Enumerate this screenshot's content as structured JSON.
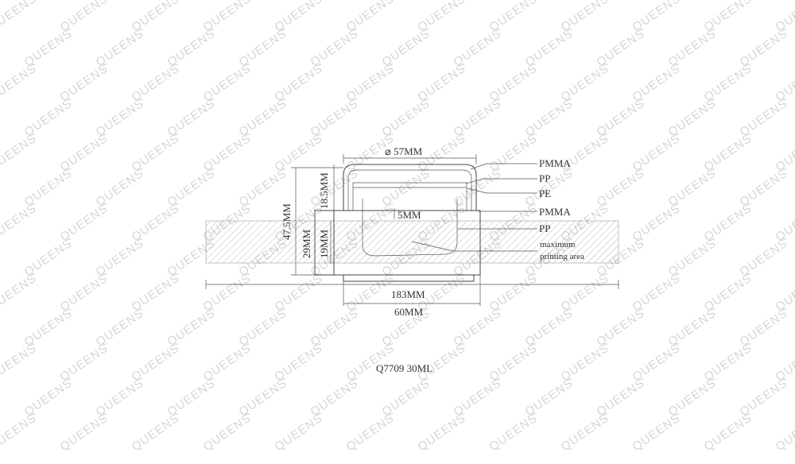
{
  "watermark": {
    "text": "QUEENS"
  },
  "drawing": {
    "title": "Q7709  30ML",
    "dimensions": {
      "diameter": "⌀ 57MM",
      "cap_height": "18.5MM",
      "total_height": "47.5MM",
      "body_height": "29MM",
      "inner_height": "19MM",
      "step": "5MM",
      "overall_width": "183MM",
      "base_width": "60MM"
    },
    "parts": {
      "pmma_top": "PMMA",
      "pp_top": "PP",
      "pe": "PE",
      "pmma_mid": "PMMA",
      "pp_bottom": "PP",
      "max_print_1": "maximum",
      "max_print_2": "printing area"
    }
  }
}
